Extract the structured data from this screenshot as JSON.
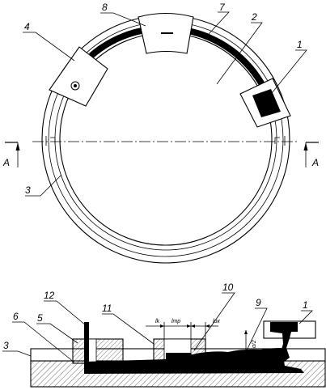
{
  "labels": {
    "n1_top": "1",
    "n2": "2",
    "n3_top": "3",
    "n4": "4",
    "n7": "7",
    "n8": "8",
    "section_left": "A",
    "section_right": "A",
    "n1_bottom": "1",
    "n3_bottom": "3",
    "n5": "5",
    "n6": "6",
    "n9": "9",
    "n10": "10",
    "n11": "11",
    "n12": "12"
  },
  "dimension_labels": {
    "l_k": "lk",
    "l_tr": "lтр",
    "l_ok": "lок",
    "angle": "α/2"
  }
}
